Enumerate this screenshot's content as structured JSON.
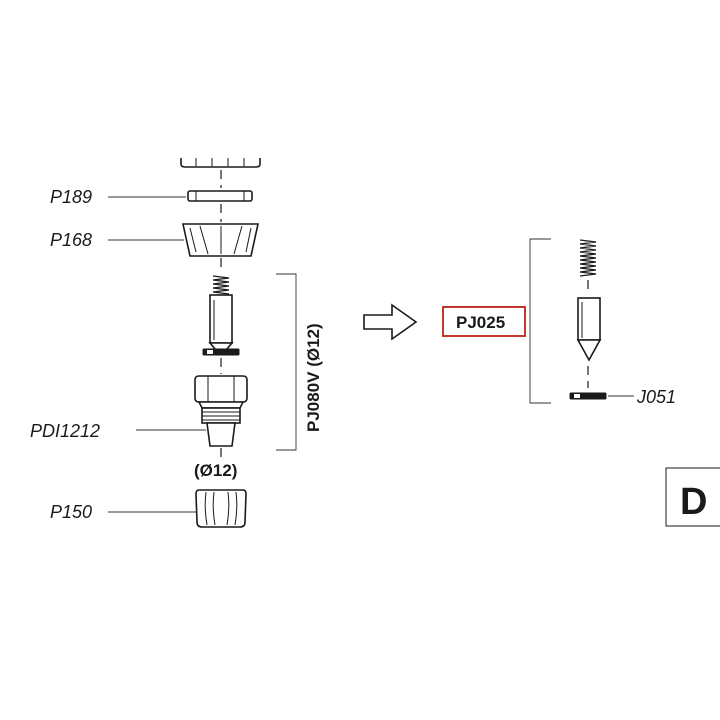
{
  "labels": {
    "p189": "P189",
    "p168": "P168",
    "pdi1212": "PDI1212",
    "p150": "P150",
    "j051": "J051",
    "pj080v": "PJ080V (Ø12)",
    "diameter": "(Ø12)",
    "pj025": "PJ025",
    "corner_letter": "D"
  },
  "colors": {
    "highlight_border": "#c0392b",
    "line": "#1a1a1a"
  },
  "icons": {
    "arrow": "right-arrow-outline-icon"
  }
}
